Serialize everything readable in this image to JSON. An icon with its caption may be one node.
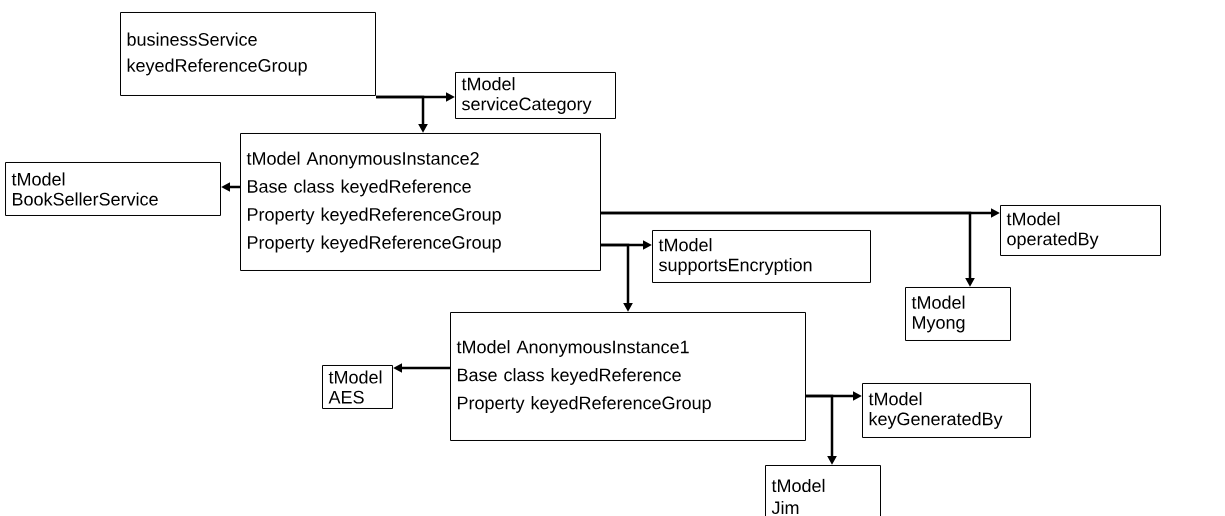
{
  "diagram": {
    "nodes": [
      {
        "text": [
          "businessService",
          "keyedReferenceGroup"
        ]
      },
      {
        "text": [
          "tModel",
          "serviceCategory"
        ]
      },
      {
        "text": [
          "tModel AnonymousInstance2",
          "Base class keyedReference",
          "Property keyedReferenceGroup",
          "Property keyedReferenceGroup"
        ]
      },
      {
        "text": [
          "tModel",
          "BookSellerService"
        ]
      },
      {
        "text": [
          "tModel",
          "operatedBy"
        ]
      },
      {
        "text": [
          "tModel",
          "supportsEncryption"
        ]
      },
      {
        "text": [
          "tModel",
          "Myong"
        ]
      },
      {
        "text": [
          "tModel AnonymousInstance1",
          "Base class keyedReference",
          "Property keyedReferenceGroup"
        ]
      },
      {
        "text": [
          "tModel",
          "AES"
        ]
      },
      {
        "text": [
          "tModel",
          "keyGeneratedBy"
        ]
      },
      {
        "text": [
          "tModel",
          "Jim"
        ]
      }
    ],
    "edges": [
      {
        "from": 0,
        "to": 1,
        "arrow": "to"
      },
      {
        "from": 0,
        "to": 2,
        "arrow": "to"
      },
      {
        "from": 2,
        "to": 3,
        "arrow": "to"
      },
      {
        "from": 2,
        "to": 4,
        "arrow": "to"
      },
      {
        "from": 2,
        "to": 6,
        "arrow": "to"
      },
      {
        "from": 2,
        "to": 5,
        "arrow": "to"
      },
      {
        "from": 2,
        "to": 7,
        "arrow": "to"
      },
      {
        "from": 7,
        "to": 8,
        "arrow": "to"
      },
      {
        "from": 7,
        "to": 9,
        "arrow": "to"
      },
      {
        "from": 7,
        "to": 10,
        "arrow": "to"
      }
    ]
  }
}
